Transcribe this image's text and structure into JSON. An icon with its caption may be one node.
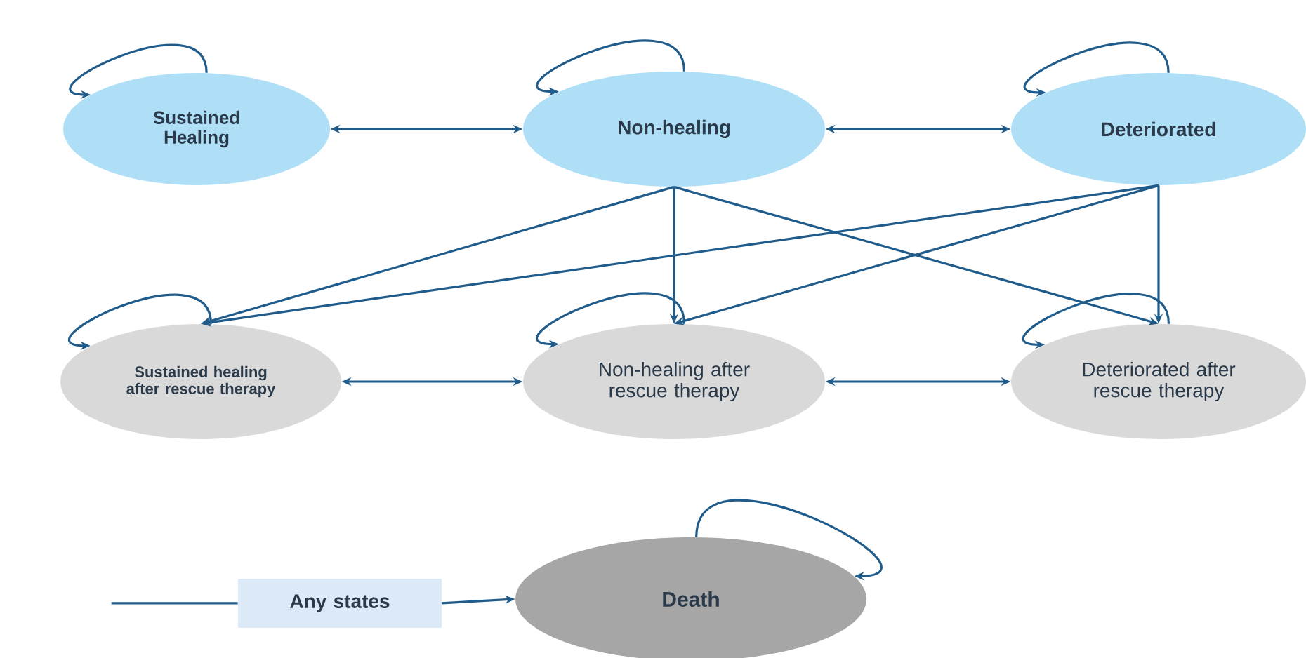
{
  "diagram": {
    "nodes": [
      {
        "text": [
          "Sustained Healing"
        ]
      },
      {
        "text": [
          "Non-healing"
        ]
      },
      {
        "text": [
          "Deteriorated"
        ]
      },
      {
        "text": [
          "Sustained healing after rescue therapy"
        ]
      },
      {
        "text": [
          "Non-healing after rescue therapy"
        ]
      },
      {
        "text": [
          "Deteriorated after rescue therapy"
        ]
      },
      {
        "text": [
          "Any states"
        ]
      },
      {
        "text": [
          "Death"
        ]
      }
    ],
    "edges": [
      {
        "from": 0,
        "to": 0,
        "arrow": "to"
      },
      {
        "from": 1,
        "to": 1,
        "arrow": "to"
      },
      {
        "from": 2,
        "to": 2,
        "arrow": "to"
      },
      {
        "from": 0,
        "to": 1,
        "arrow": "both"
      },
      {
        "from": 1,
        "to": 2,
        "arrow": "both"
      },
      {
        "from": 1,
        "to": 3,
        "arrow": "to"
      },
      {
        "from": 1,
        "to": 4,
        "arrow": "to"
      },
      {
        "from": 1,
        "to": 5,
        "arrow": "to"
      },
      {
        "from": 2,
        "to": 3,
        "arrow": "to"
      },
      {
        "from": 2,
        "to": 4,
        "arrow": "to"
      },
      {
        "from": 2,
        "to": 5,
        "arrow": "to"
      },
      {
        "from": 3,
        "to": 3,
        "arrow": "to"
      },
      {
        "from": 4,
        "to": 4,
        "arrow": "to"
      },
      {
        "from": 5,
        "to": 5,
        "arrow": "to"
      },
      {
        "from": 3,
        "to": 4,
        "arrow": "both"
      },
      {
        "from": 4,
        "to": 5,
        "arrow": "both"
      },
      {
        "from": null,
        "to": 6,
        "arrow": "none"
      },
      {
        "from": 6,
        "to": 7,
        "arrow": "to"
      },
      {
        "from": 7,
        "to": 7,
        "arrow": "to"
      }
    ]
  }
}
